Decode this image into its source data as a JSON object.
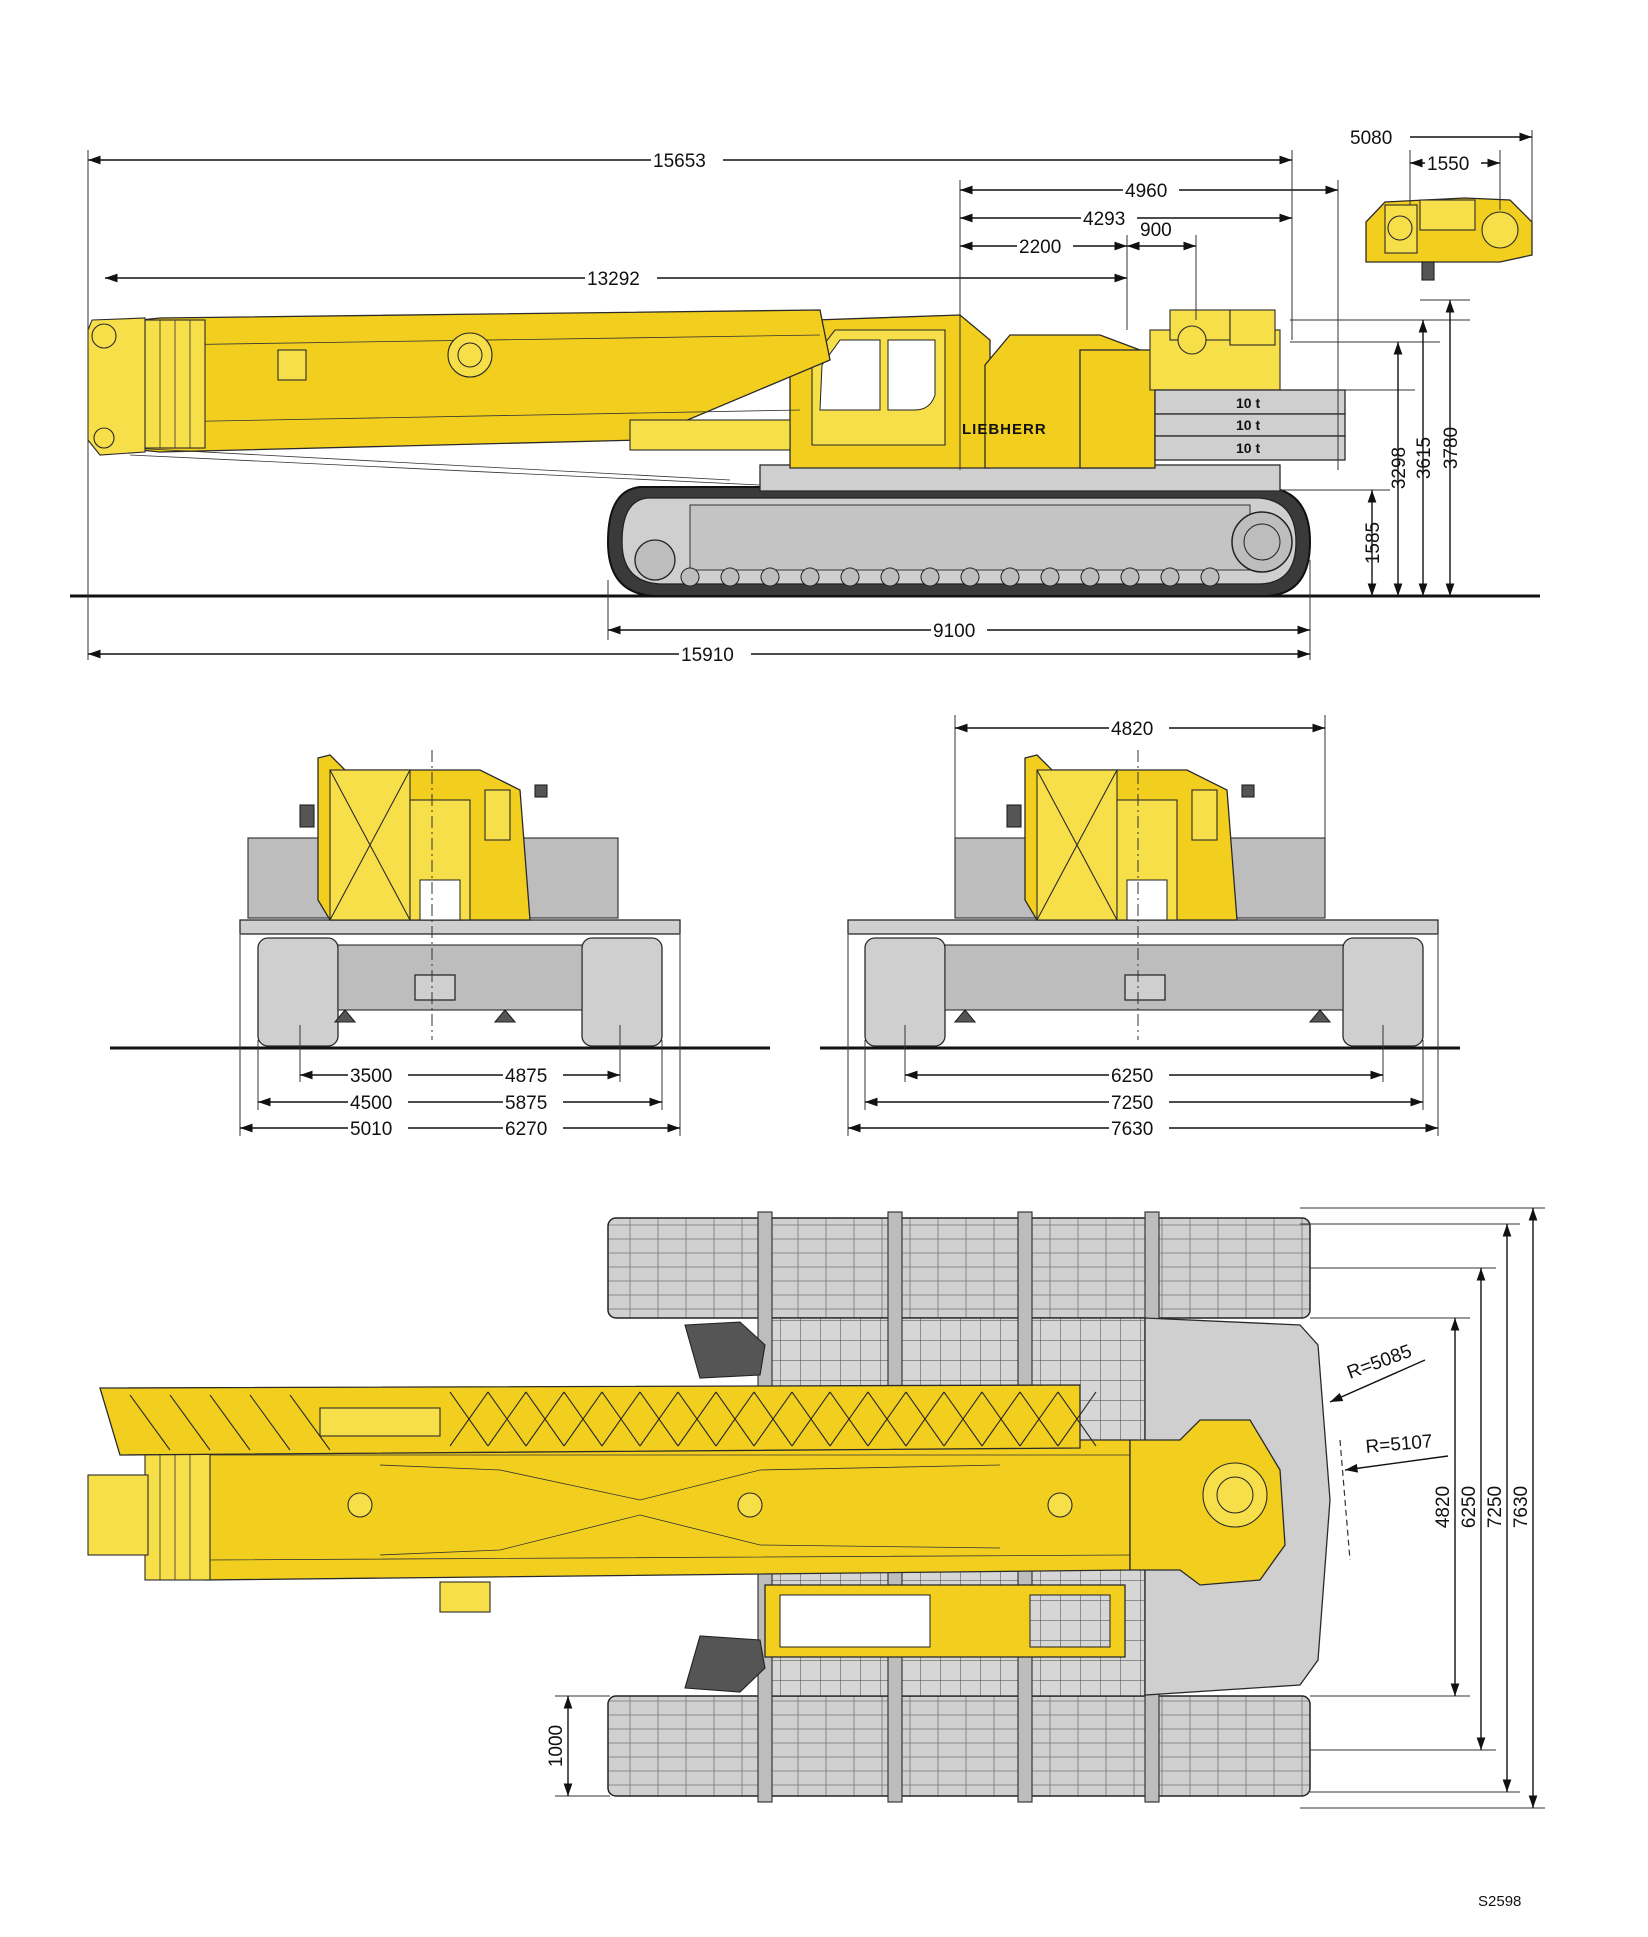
{
  "brand": "LIEBHERR",
  "drawing_code": "S2598",
  "colors": {
    "crane_yellow": "#f2cf1e",
    "undercarriage_grey": "#cfcfcf",
    "line": "#111111"
  },
  "side_view": {
    "dimensions": {
      "overall_length_upper": "15653",
      "boom_length": "13292",
      "tail_4960": "4960",
      "tail_4293": "4293",
      "tail_2200": "2200",
      "tail_900": "900",
      "track_length": "9100",
      "overall_length": "15910",
      "height_1585": "1585",
      "height_3298": "3298",
      "height_3615": "3615",
      "height_3780": "3780"
    },
    "ballast_labels": [
      "10 t",
      "10 t",
      "10 t"
    ],
    "detail": {
      "width_5080": "5080",
      "width_1550": "1550"
    }
  },
  "front_view_narrow": {
    "dimensions": {
      "d3500": "3500",
      "d4875": "4875",
      "d4500": "4500",
      "d5875": "5875",
      "d5010": "5010",
      "d6270": "6270"
    }
  },
  "front_view_wide": {
    "dimensions": {
      "d4820": "4820",
      "d6250": "6250",
      "d7250": "7250",
      "d7630": "7630"
    }
  },
  "top_view": {
    "radius_1": "R=5085",
    "radius_2": "R=5107",
    "dimensions": {
      "d4820": "4820",
      "d6250": "6250",
      "d7250": "7250",
      "d7630": "7630",
      "d1000": "1000"
    }
  }
}
